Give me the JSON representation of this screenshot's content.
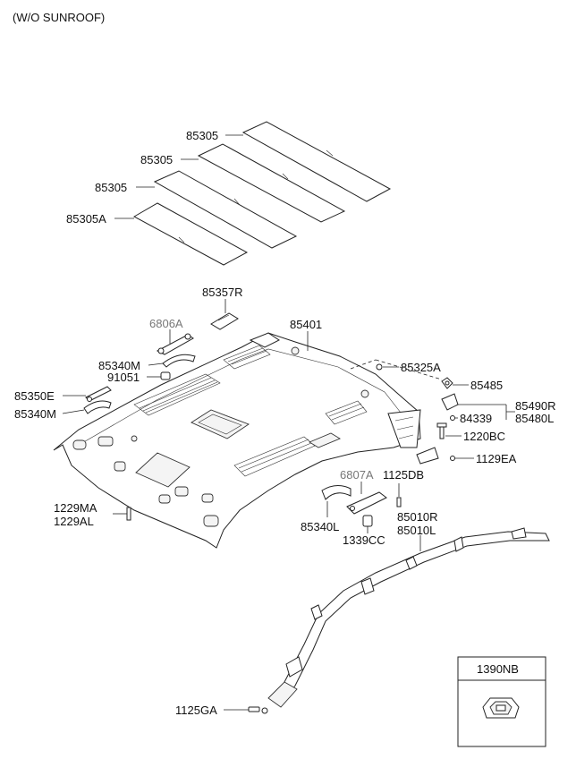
{
  "header": {
    "variant_note": "(W/O SUNROOF)"
  },
  "labels": {
    "p85305_a": "85305",
    "p85305_b": "85305",
    "p85305_c": "85305",
    "p85305A": "85305A",
    "p85357R": "85357R",
    "p6806A": "6806A",
    "p85401": "85401",
    "p85340M_a": "85340M",
    "p91051": "91051",
    "p85325A": "85325A",
    "p85350E": "85350E",
    "p85340M_b": "85340M",
    "p85485": "85485",
    "p85490R": "85490R",
    "p84339": "84339",
    "p85480L": "85480L",
    "p1220BC": "1220BC",
    "p1129EA": "1129EA",
    "p6807A": "6807A",
    "p1125DB": "1125DB",
    "p1229MA": "1229MA",
    "p1229AL": "1229AL",
    "p85340L": "85340L",
    "p1339CC": "1339CC",
    "p85010R": "85010R",
    "p85010L": "85010L",
    "p1125GA": "1125GA"
  },
  "inset": {
    "part_number": "1390NB"
  },
  "colors": {
    "line": "#222222",
    "background": "#ffffff",
    "gray_label": "#777777"
  }
}
